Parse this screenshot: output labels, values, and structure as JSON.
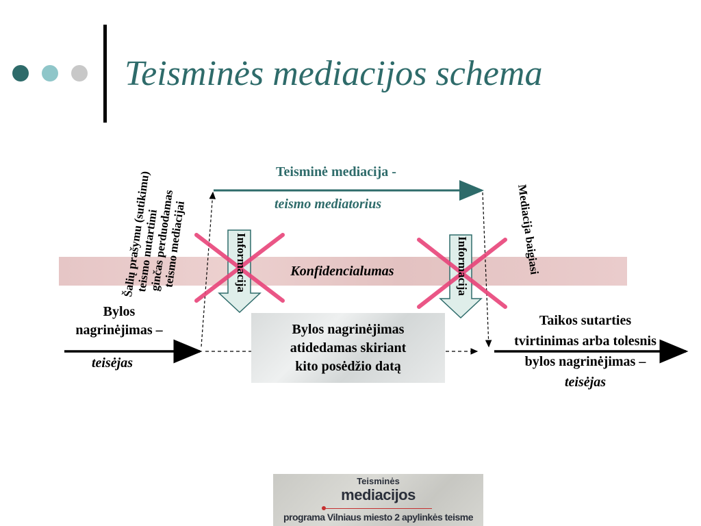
{
  "title": "Teisminės mediacijos schema",
  "colors": {
    "title": "#2e6b6a",
    "dot1": "#2e6b6a",
    "dot2": "#8fc6c9",
    "dot3": "#c8c8c8",
    "cross": "#e8447a",
    "arrow_fill": "#dfeeea"
  },
  "mediation_label": "Teisminė mediacija -",
  "mediator_label": "teismo mediatorius",
  "confidentiality": "Konfidencialumas",
  "rotated_left": [
    "Šalių prašymu (sutikimu)",
    "teismo nutartimi",
    "ginčas perduodamas",
    "teismo mediacijai"
  ],
  "rotated_right": "Mediacija baigiasi",
  "info_label": "Informacija",
  "left_block": {
    "line1": "Bylos",
    "line2": "nagrinėjimas –",
    "judge": "teisėjas"
  },
  "middle_block": [
    "Bylos nagrinėjimas",
    "atidedamas skiriant",
    "kito posėdžio datą"
  ],
  "right_block": {
    "line1": "Taikos sutarties",
    "line2": "tvirtinimas arba tolesnis",
    "line3": "bylos nagrinėjimas –",
    "judge": "teisėjas"
  },
  "logo": {
    "line1": "Teisminės",
    "line2": "mediacijos",
    "line3": "programa Vilniaus miesto 2 apylinkės teisme"
  }
}
